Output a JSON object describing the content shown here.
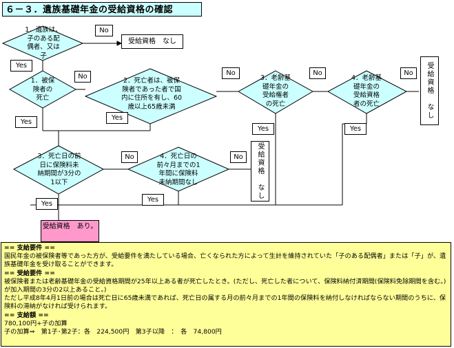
{
  "title": "６－３．遺族基礎年金の受給資格の確認",
  "nodes": {
    "d1": [
      "1．遺族は、",
      "子のある配",
      "偶者、又は",
      "子"
    ],
    "d2": [
      "1．被保",
      "険者の",
      "死亡"
    ],
    "d3": [
      "2．死亡者は、被保",
      "険者であった者で国",
      "内に住所を有し、60",
      "歳以上65歳未満"
    ],
    "d4": [
      "3．老齢基",
      "礎年金の",
      "受給権者",
      "の死亡"
    ],
    "d5": [
      "4．老齢基",
      "礎年金の",
      "受給資格",
      "者の死亡"
    ],
    "d6": [
      "3．死亡日の前",
      "日に保険料未",
      "納期間が3分の",
      "1以下"
    ],
    "d7": [
      "4．死亡日の",
      "前々月までの1",
      "年間に保険料",
      "未納期間なし"
    ]
  },
  "labels": {
    "no": "No",
    "yes": "Yes"
  },
  "results": {
    "none_top": "受給資格　なし",
    "none_right": "受給資格　なし",
    "none_mid": "受給資格　なし",
    "yes": "受給資格　あり。"
  },
  "info": {
    "h1": "== 支給要件 ==",
    "t1": "国民年金の被保険者等であった方が、受給要件を満たしている場合、亡くなられた方によって生計を維持されていた「子のある配偶者」または「子」が、遺族基礎年金を受け取ることができます。",
    "h2": "== 受給要件 ==",
    "t2": "被保険者または老齢基礎年金の受給資格期間が25年以上ある者が死亡したとき。(ただし、死亡した者について、保険料納付済期間(保険料免除期間を含む。)が加入期間の3分の2以上あること。)",
    "t3": "ただし平成8年4月1日前の場合は死亡日に65歳未満であれば、死亡日の属する月の前々月までの1年間の保険料を納付しなければならない期間のうちに、保険料の滞納がなければ受けられます。",
    "h3": "== 支給額 ==",
    "t4": "780,100円+子の加算",
    "t5": "子の加算⇒　第1子･第2子：各　224,500円　第3子以降　：　各　74,800円"
  }
}
